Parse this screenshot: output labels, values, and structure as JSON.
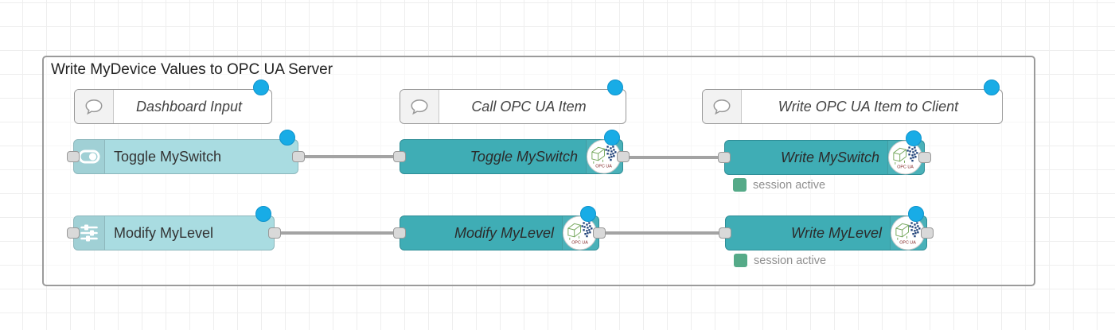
{
  "app": {
    "name": "Node-RED flow editor canvas"
  },
  "colors": {
    "canvas_bg": "#ffffff",
    "grid": "#eeeeee",
    "group_border": "#9b9b9b",
    "light_node": "#a9dce1",
    "light_node_border": "#8cb7bc",
    "dark_node": "#3fadb5",
    "dark_node_border": "#2e8d96",
    "comment_border": "#999999",
    "wire": "#a3a3a3",
    "port_fill": "#d9d9d9",
    "port_border": "#999999",
    "changed_dot": "#18ace6",
    "changed_dot_border": "#0e93cc",
    "status_green": "#55aa88",
    "status_text": "#8f8f8f"
  },
  "group": {
    "label": "Write MyDevice Values to OPC UA Server"
  },
  "comments": [
    {
      "label": "Dashboard Input"
    },
    {
      "label": "Call OPC UA Item"
    },
    {
      "label": "Write OPC UA Item to Client"
    }
  ],
  "nodes": {
    "dashboard": [
      {
        "label": "Toggle MySwitch",
        "icon": "toggle-switch-icon"
      },
      {
        "label": "Modify MyLevel",
        "icon": "sliders-icon"
      }
    ],
    "opcua_call": [
      {
        "label": "Toggle MySwitch",
        "icon": "opcua-logo-icon"
      },
      {
        "label": "Modify MyLevel",
        "icon": "opcua-logo-icon"
      }
    ],
    "opcua_write": [
      {
        "label": "Write MySwitch",
        "icon": "opcua-logo-icon",
        "status": "session active"
      },
      {
        "label": "Write MyLevel",
        "icon": "opcua-logo-icon",
        "status": "session active"
      }
    ]
  },
  "opcua": {
    "caption": "OPC UA"
  }
}
